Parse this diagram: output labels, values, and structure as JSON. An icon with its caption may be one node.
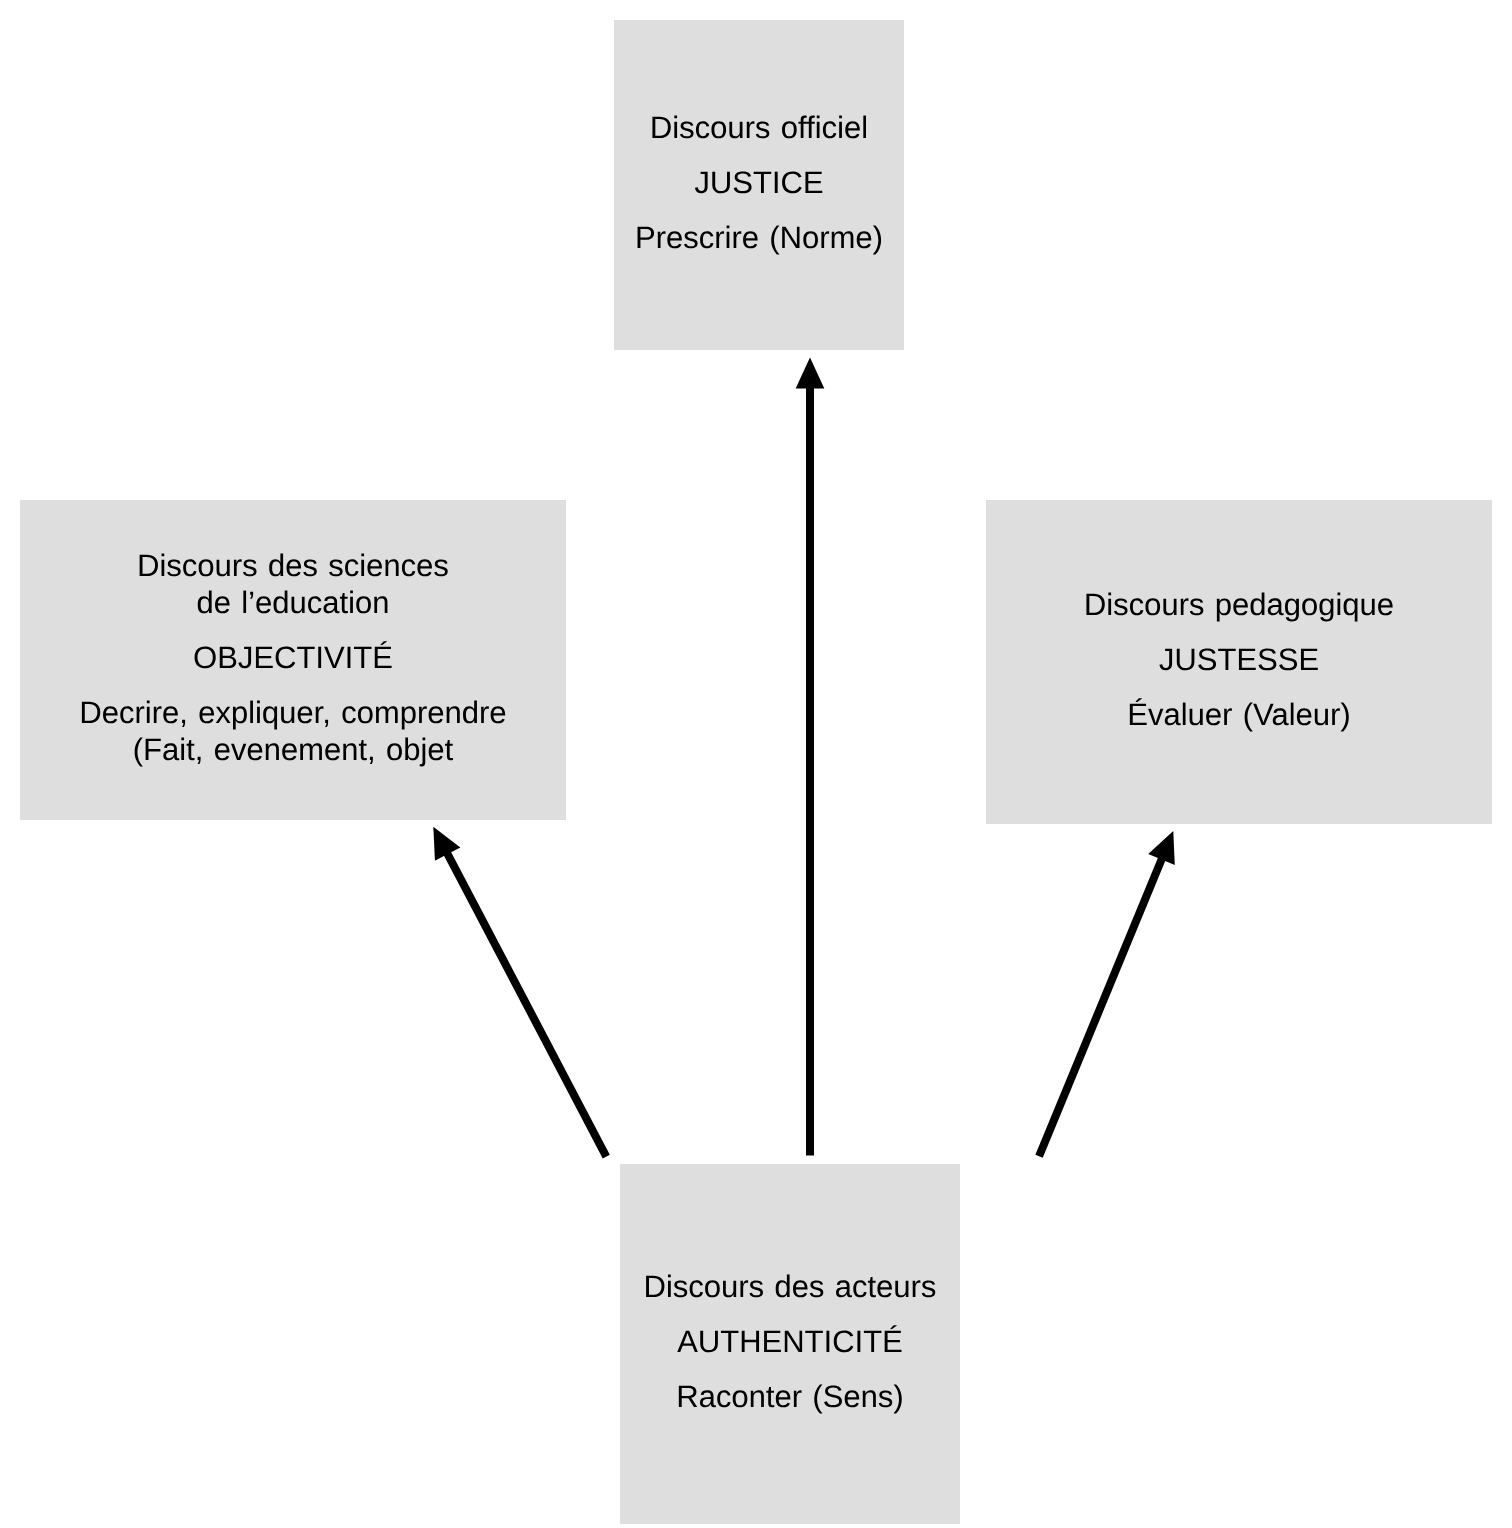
{
  "diagram": {
    "nodes": [
      {
        "text": [
          "Discours officiel",
          "JUSTICE",
          "Prescrire (Norme)"
        ]
      },
      {
        "text": [
          "Discours des sciences de l’education",
          "OBJECTIVITÉ",
          "Decrire, expliquer, comprendre (Fait, evenement, objet"
        ]
      },
      {
        "text": [
          "Discours pedagogique",
          "JUSTESSE",
          "Évaluer (Valeur)"
        ]
      },
      {
        "text": [
          "Discours des acteurs",
          "AUTHENTICITÉ",
          "Raconter (Sens)"
        ]
      }
    ],
    "edges": [
      {
        "from": 3,
        "to": 0,
        "arrow": "to"
      },
      {
        "from": 3,
        "to": 1,
        "arrow": "to"
      },
      {
        "from": 3,
        "to": 2,
        "arrow": "to"
      }
    ]
  }
}
